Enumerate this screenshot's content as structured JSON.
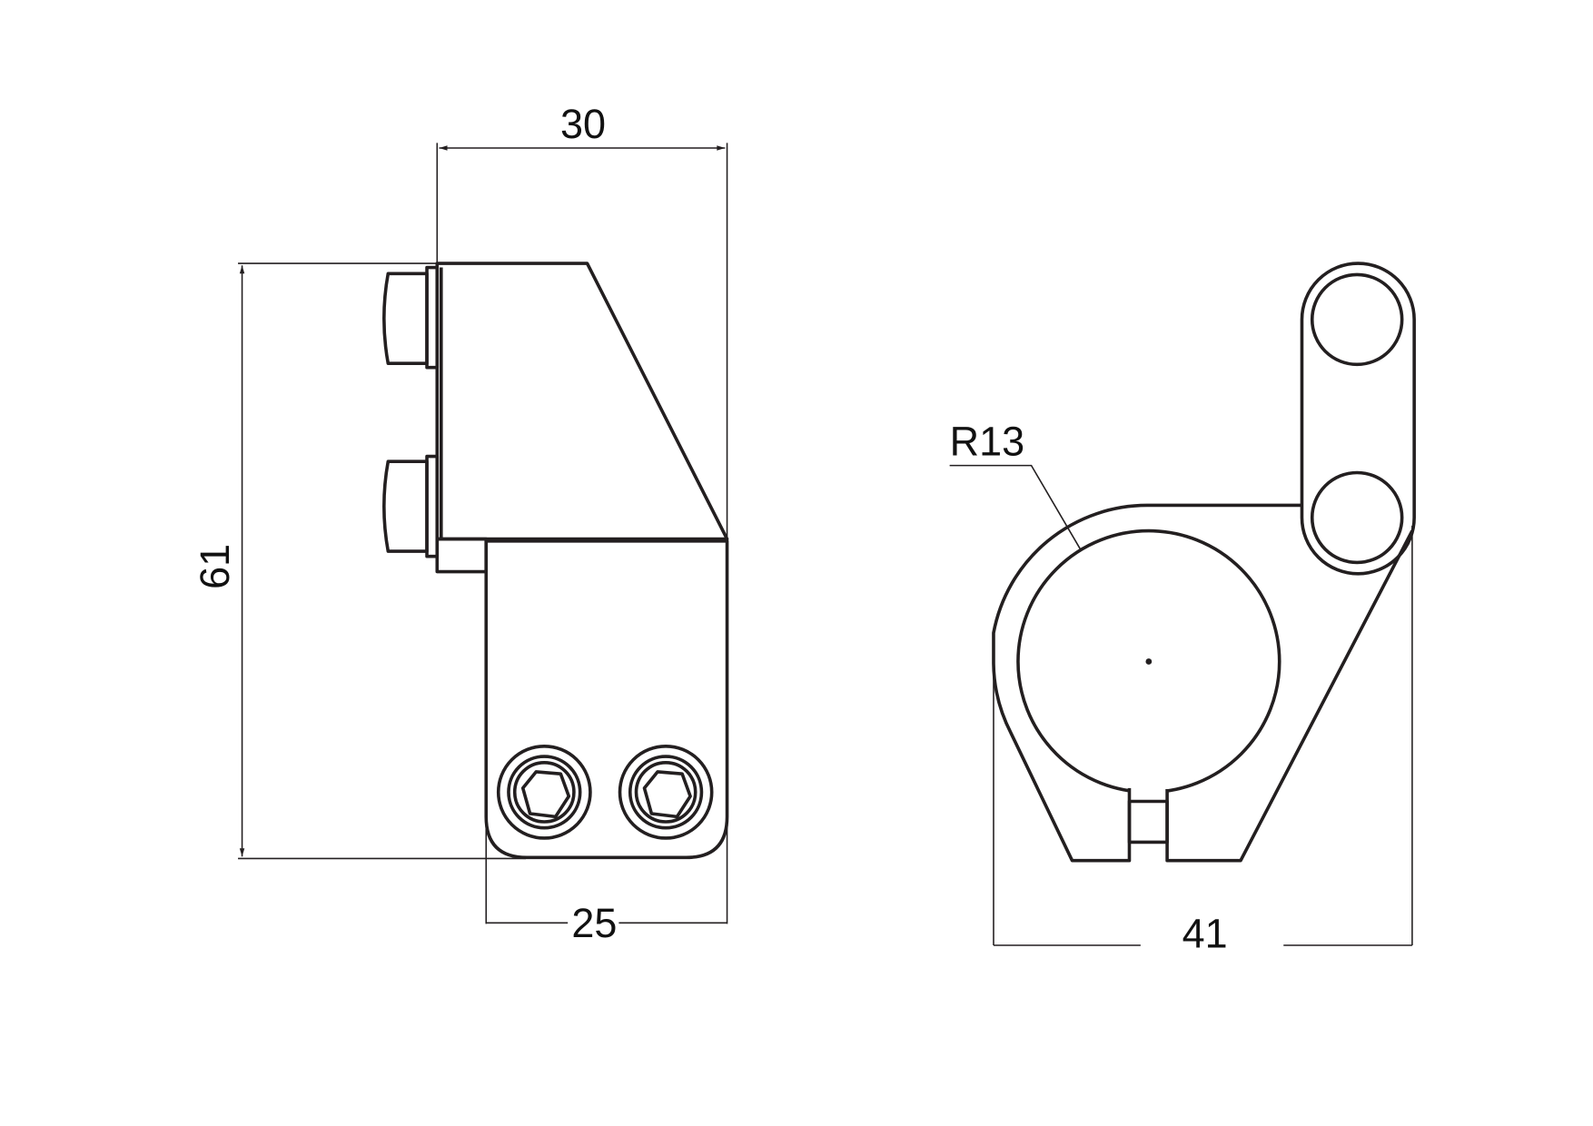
{
  "drawing": {
    "colors": {
      "line": "#231f20",
      "background": "#ffffff"
    },
    "side_view": {
      "dim_width_top": "30",
      "dim_height": "61",
      "dim_width_bottom": "25"
    },
    "front_view": {
      "dim_radius": "R13",
      "dim_width": "41"
    }
  }
}
